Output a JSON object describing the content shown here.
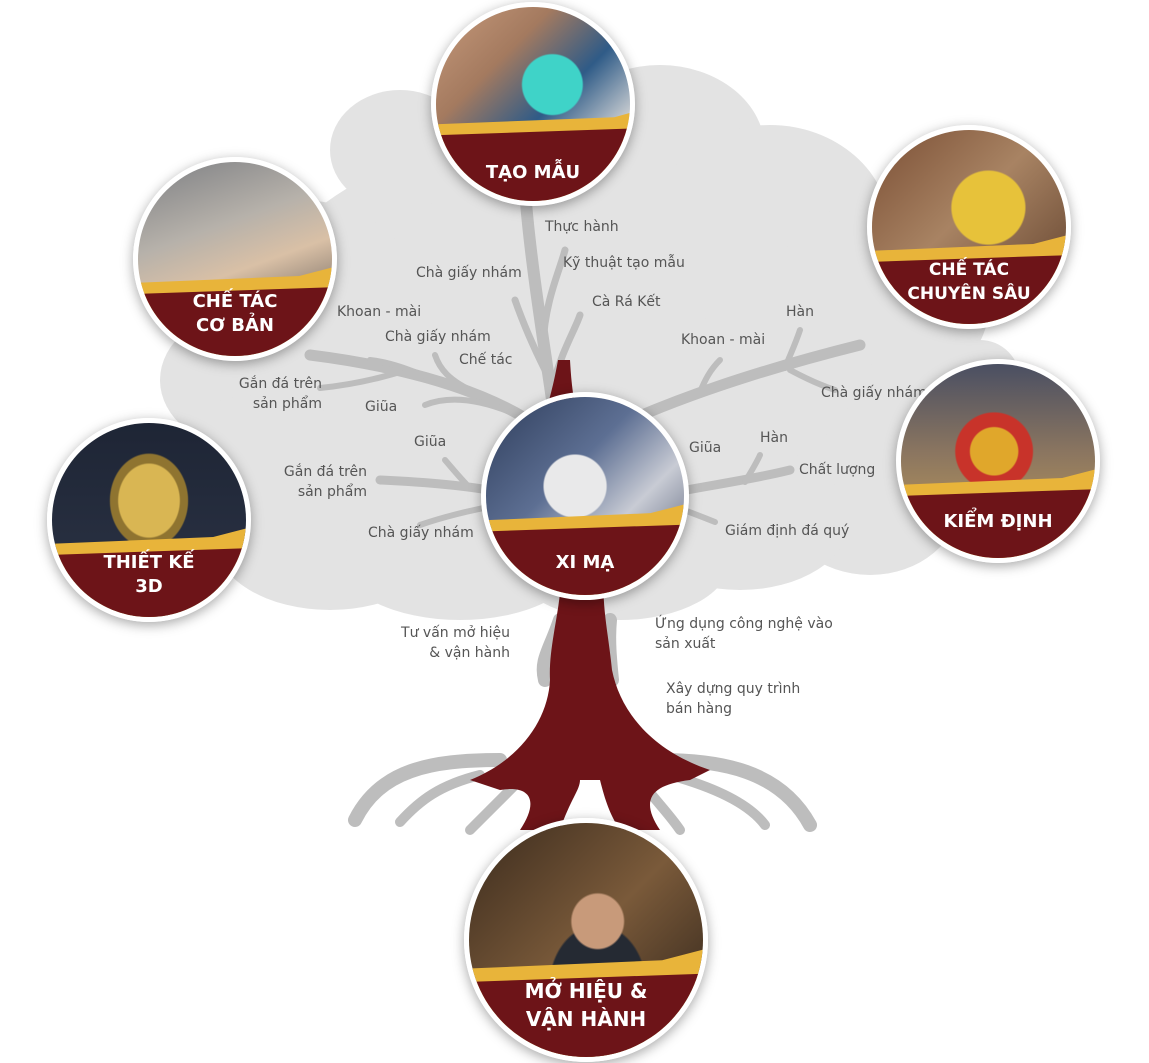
{
  "colors": {
    "trunk": "#6d1418",
    "branch": "#bdbdbd",
    "cloud": "#e3e3e3",
    "band": "#6d1418",
    "accent": "#e8b43a"
  },
  "nodes": {
    "tao_mau": "TẠO MẪU",
    "che_tac_co_ban": "CHẾ TÁC\nCƠ BẢN",
    "che_tac_chuyen_sau": "CHẾ TÁC\nCHUYÊN SÂU",
    "kiem_dinh": "KIỂM ĐỊNH",
    "thiet_ke_3d": "THIẾT KẾ\n3D",
    "xi_ma": "XI MẠ",
    "mo_hieu": "MỞ HIỆU &\nVẬN HÀNH"
  },
  "labels": {
    "thuc_hanh": "Thực hành",
    "ky_thuat_tao_mau": "Kỹ thuật tạo mẫu",
    "cha_giay_nham_top": "Chà giấy nhám",
    "ca_ra_ket": "Cà Rá Kết",
    "khoan_mai_left": "Khoan - mài",
    "cha_giay_nham_left": "Chà giấy nhám",
    "che_tac": "Chế tác",
    "gan_da_1": "Gắn đá trên\nsản phẩm",
    "giua_1": "Giũa",
    "han_top": "Hàn",
    "khoan_mai_right": "Khoan - mài",
    "cha_giay_nham_right": "Chà giấy nhám",
    "giua_2": "Giũa",
    "gan_da_2": "Gắn đá trên\nsản phẩm",
    "cha_giay_nham_bottom": "Chà giấy nhám",
    "giua_3": "Giũa",
    "han_2": "Hàn",
    "chat_luong": "Chất lượng",
    "giam_dinh": "Giám định đá quý",
    "tu_van": "Tư vấn mở hiệu\n& vận hành",
    "ung_dung": "Ứng dụng công nghệ vào\nsản xuất",
    "xay_dung": "Xây dựng quy trình\nbán hàng"
  }
}
